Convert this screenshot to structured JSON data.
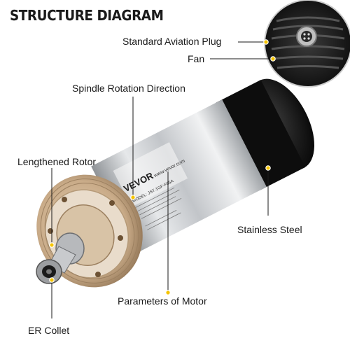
{
  "title": "STRUCTURE DIAGRAM",
  "labels": {
    "aviation_plug": "Standard Aviation Plug",
    "fan": "Fan",
    "rotation": "Spindle Rotation Direction",
    "rotor": "Lengthened Rotor",
    "steel": "Stainless Steel",
    "parameters": "Parameters of Motor",
    "collet": "ER Collet"
  },
  "product": {
    "brand": "VEVOR",
    "website": "www.vevor.com",
    "model": "MODEL: JST-1GF-F65A"
  },
  "colors": {
    "callout_dot": "#f5c400",
    "body_dark": "#111111",
    "steel": "#c9ccd0"
  }
}
